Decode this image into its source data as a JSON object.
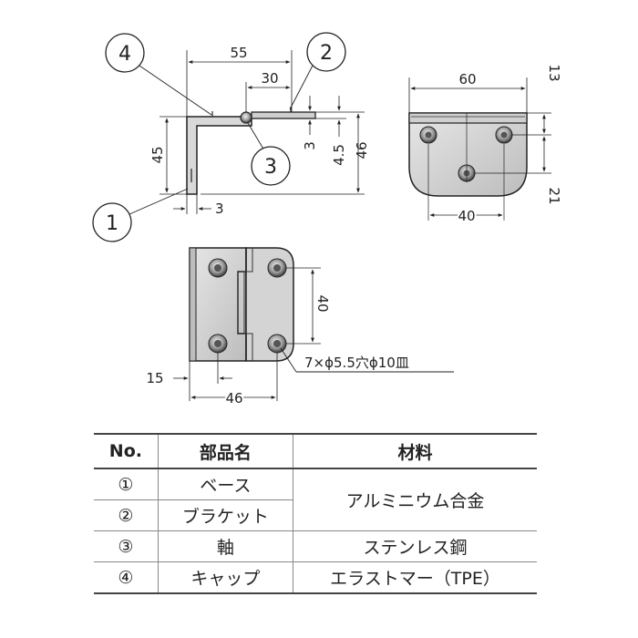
{
  "dimensions": {
    "side": {
      "w55": "55",
      "w30": "30",
      "h45": "45",
      "h3": "3",
      "h4_5": "4.5",
      "h46": "46",
      "t3": "3"
    },
    "top": {
      "w60": "60",
      "h13": "13",
      "h21": "21",
      "w40": "40"
    },
    "front": {
      "h40": "40",
      "w46": "46",
      "off15": "15"
    }
  },
  "hole_note": "7×ϕ5.5穴ϕ10皿",
  "callouts": [
    "1",
    "2",
    "3",
    "4"
  ],
  "table": {
    "headers": {
      "no": "No.",
      "part": "部品名",
      "material": "材料"
    },
    "rows": [
      {
        "no": "①",
        "part": "ベース",
        "material": "アルミニウム合金"
      },
      {
        "no": "②",
        "part": "ブラケット"
      },
      {
        "no": "③",
        "part": "軸",
        "material": "ステンレス鋼"
      },
      {
        "no": "④",
        "part": "キャップ",
        "material": "エラストマー（TPE）"
      }
    ]
  }
}
